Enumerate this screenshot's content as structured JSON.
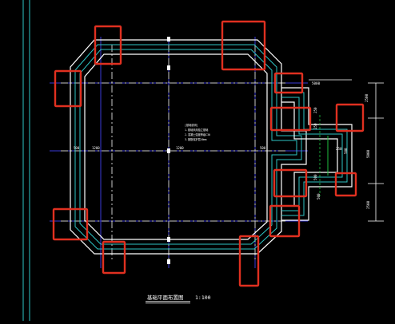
{
  "drawing": {
    "title": "基础平面布置图",
    "scale": "1:100",
    "notes": [
      "[基础说明]",
      "1.基础采用独立基础",
      "2.混凝土强度等级C30",
      "3.钢筋保护层40mm"
    ]
  },
  "dimensions": {
    "left_small": "500",
    "left_big": "1200",
    "mid_big": "1200",
    "right_small": "500",
    "ext_top": "5000",
    "ext_right_1": "2500",
    "ext_right_2": "5000",
    "ext_right_3": "2500",
    "ext_mid_1": "250",
    "ext_mid_2": "500",
    "ext_box_1": "250",
    "ext_box_2": "250",
    "ext_box_3": "500",
    "ext_box_4": "500"
  },
  "colors": {
    "background": "#000000",
    "foundation": "#ffffff",
    "wall": "#2ec4c4",
    "axis": "#3a3ad8",
    "centerline": "#c8c8c8",
    "highlight": "#e03020",
    "dim_text": "#ffffff",
    "green": "#20c040"
  },
  "highlights_count_label": ""
}
